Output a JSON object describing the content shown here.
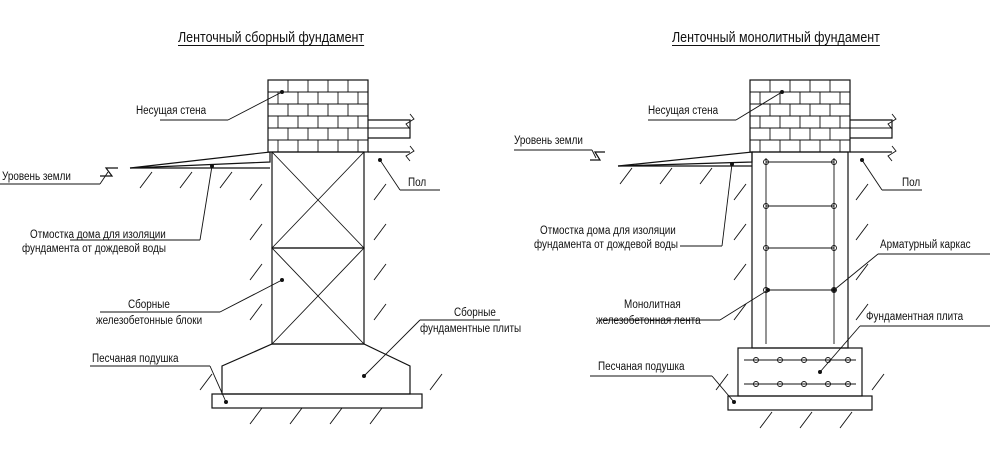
{
  "left": {
    "title": "Ленточный сборный фундамент",
    "labels": {
      "wall": "Несущая стена",
      "ground": "Уровень земли",
      "floor": "Пол",
      "blind_area_1": "Отмостка дома для изоляции",
      "blind_area_2": "фундамента от дождевой воды",
      "blocks_1": "Сборные",
      "blocks_2": "железобетонные блоки",
      "plates_1": "Сборные",
      "plates_2": "фундаментные плиты",
      "sand": "Песчаная подушка"
    }
  },
  "right": {
    "title": "Ленточный монолитный фундамент",
    "labels": {
      "wall": "Несущая стена",
      "ground": "Уровень земли",
      "floor": "Пол",
      "blind_area_1": "Отмостка дома для изоляции",
      "blind_area_2": "фундамента от дождевой воды",
      "rebar": "Арматурный каркас",
      "strip_1": "Монолитная",
      "strip_2": "железобетонная лента",
      "plate": "Фундаментная плита",
      "sand": "Песчаная подушка"
    }
  }
}
